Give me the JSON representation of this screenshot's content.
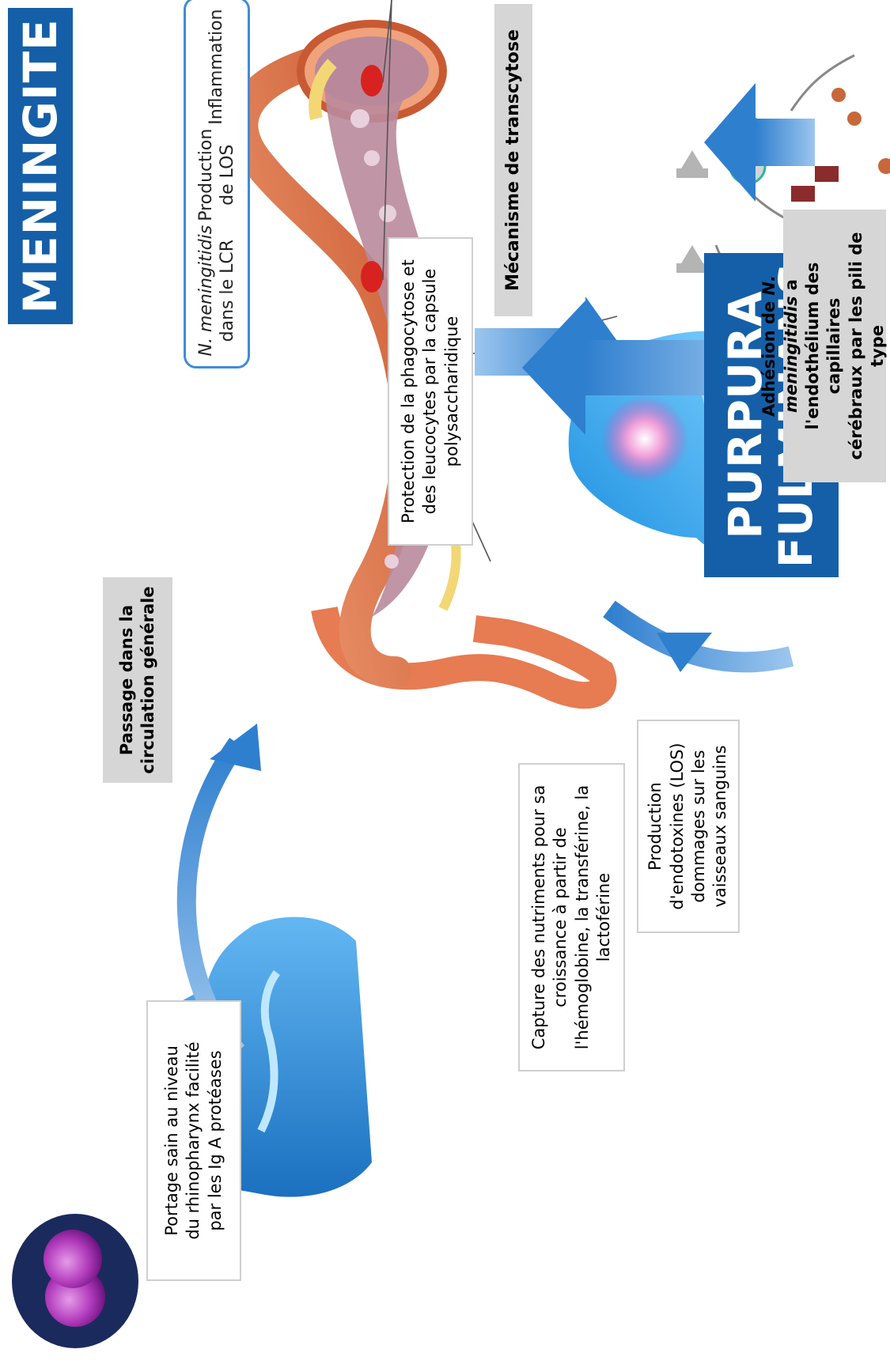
{
  "outcomes": {
    "meningite": "MENINGITE",
    "purpura_line1": "PURPURA",
    "purpura_line2": "FULMINANS"
  },
  "steps": {
    "portage": "Portage sain au niveau\ndu rhinopharynx facilité\npar les Ig A protéases",
    "passage": "Passage dans la\ncirculation générale",
    "capture": "Capture des nutriments pour sa\ncroissance à partir de\nl'hémoglobine, la transférine, la\nlactoférine",
    "production": "Production\nd'endotoxines (LOS)\ndommages sur les\nvaisseaux sanguins",
    "protection": "Protection de la phagocytose et\ndes leucocytes par la capsule\npolysaccharidique",
    "adhesion_prefix": "Adhésion de ",
    "adhesion_species": "N. meningitidis",
    "adhesion_suffix": " a\nl'endothélium des capillaires\ncérébraux par les pili de type\nIV.",
    "mecanisme": "Mécanisme de transcytose"
  },
  "lcr_chain": {
    "species": "N. meningitidis",
    "step1_rest": "dans le LCR",
    "step2": "Production\nde LOS",
    "step3": "Inflammation"
  },
  "colors": {
    "banner_blue": "#155fa8",
    "arrow_blue": "#3c8ad6",
    "grey_box": "#d6d6d6",
    "lcr_border": "#3e8dd6"
  }
}
